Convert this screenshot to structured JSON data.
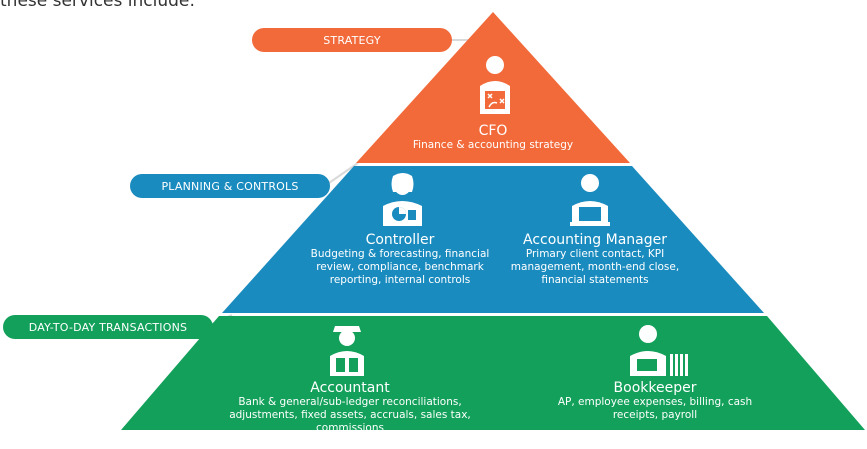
{
  "intro_text": "these services include:",
  "colors": {
    "strategy": "#f26a3a",
    "planning": "#1a8bbf",
    "transactions": "#12a05a",
    "line": "#d9d9d9"
  },
  "tiers": {
    "strategy": {
      "label": "STRATEGY",
      "roles": [
        {
          "title": "CFO",
          "desc": "Finance & accounting strategy",
          "icon": "cfo-strategy-icon"
        }
      ]
    },
    "planning": {
      "label": "PLANNING & CONTROLS",
      "roles": [
        {
          "title": "Controller",
          "desc": "Budgeting & forecasting, financial review, compliance, benchmark reporting, internal controls",
          "icon": "controller-chart-icon"
        },
        {
          "title": "Accounting Manager",
          "desc": "Primary client contact, KPI management, month-end close, financial statements",
          "icon": "manager-laptop-icon"
        }
      ]
    },
    "transactions": {
      "label": "DAY-TO-DAY TRANSACTIONS",
      "roles": [
        {
          "title": "Accountant",
          "desc": "Bank & general/sub-ledger reconciliations, adjustments, fixed assets, accruals, sales tax, commissions",
          "icon": "accountant-files-icon"
        },
        {
          "title": "Bookkeeper",
          "desc": "AP, employee expenses, billing, cash receipts, payroll",
          "icon": "bookkeeper-binders-icon"
        }
      ]
    }
  }
}
